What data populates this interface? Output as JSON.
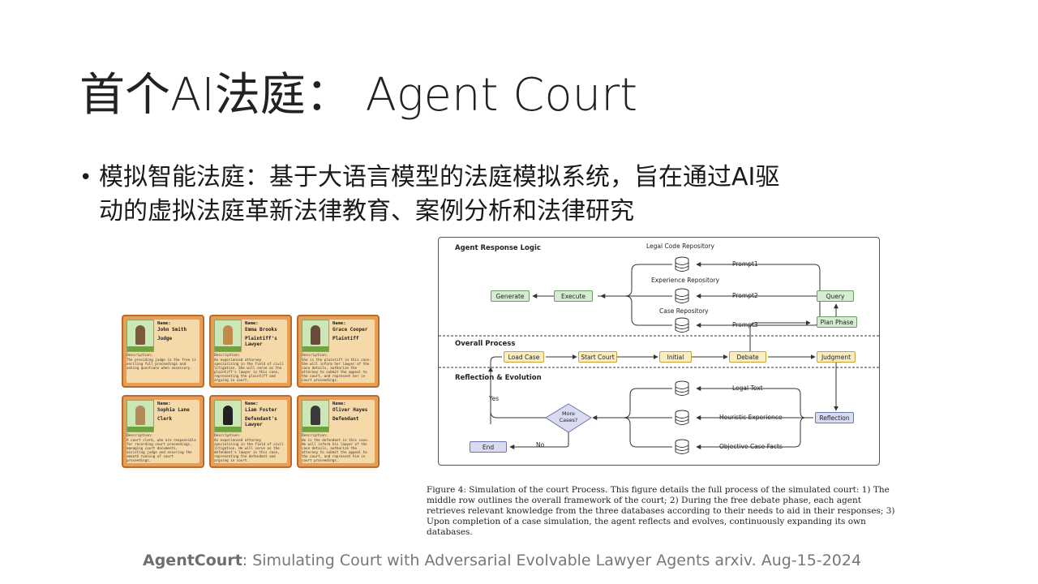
{
  "slide": {
    "title": "首个AI法庭： Agent Court",
    "bullet": "模拟智能法庭：基于大语言模型的法庭模拟系统，旨在通过AI驱动的虚拟法庭革新法律教育、案例分析和法律研究",
    "bullet_line1": "模拟智能法庭：基于大语言模型的法庭模拟系统，旨在通过AI驱",
    "bullet_line2": "动的虚拟法庭革新法律教育、案例分析和法律研究"
  },
  "cards": [
    {
      "name_label": "Name:",
      "name": "John Smith",
      "role": "Judge",
      "desc_label": "Description:",
      "desc": "The presiding judge in the free is enriling full proceedings and asking questions when necessary.",
      "color": "#7a5a3a"
    },
    {
      "name_label": "Name:",
      "name": "Emma Brooks",
      "role": "Plaintiff's Lawyer",
      "desc_label": "Description:",
      "desc": "An experienced attorney specializing in the field of civil litigation. She will serve as the plaintiff's lawyer in this case, representing the plaintiff and arguing in court.",
      "color": "#c08a4a"
    },
    {
      "name_label": "Name:",
      "name": "Grace Cooper",
      "role": "Plaintiff",
      "desc_label": "Description:",
      "desc": "She is the plaintiff in this case. She will inform her lawyer of the case details, authorize the attorney to submit the appeal to the court, and represent her in court proceedings.",
      "color": "#6a4a3a"
    },
    {
      "name_label": "Name:",
      "name": "Sophia Lane",
      "role": "Clerk",
      "desc_label": "Description:",
      "desc": "A court clerk, who are responsible for recording court proceedings, managing court documents, assisting judge and ensuring the smooth running of court proceedings.",
      "color": "#b08a5a"
    },
    {
      "name_label": "Name:",
      "name": "Liam Foster",
      "role": "Defendant's Lawyer",
      "desc_label": "Description:",
      "desc": "An experienced attorney specializing in the field of civil litigation. He will serve as the defendant's lawyer in this case, representing the defendant and arguing in court.",
      "color": "#222222"
    },
    {
      "name_label": "Name:",
      "name": "Oliver Hayes",
      "role": "Defendant",
      "desc_label": "Description:",
      "desc": "He is the defendant in this case. He will inform his lawyer of the case details, authorize the attorney to submit the appeal to the court, and represent him in court proceedings.",
      "color": "#3a3a3a"
    }
  ],
  "diagram": {
    "sections": {
      "response": "Agent Response Logic",
      "overall": "Overall Process",
      "reflection": "Reflection & Evolution"
    },
    "repos": {
      "legal": "Legal Code Repository",
      "experience": "Experience Repository",
      "case": "Case Repository"
    },
    "prompts": {
      "p1": "Prompt1",
      "p2": "Prompt2",
      "p3": "Prompt3"
    },
    "boxes": {
      "generate": "Generate",
      "execute": "Execute",
      "query": "Query",
      "plan": "Plan Phase",
      "load": "Load Case",
      "start": "Start Court",
      "initial": "Initial",
      "debate": "Debate",
      "judgment": "Judgment",
      "reflection": "Reflection",
      "end": "End",
      "more": "More Cases?"
    },
    "reflect_labels": {
      "legal": "Legal Text",
      "heuristic": "Heuristic Experience",
      "objective": "Objective Case Facts"
    },
    "yes": "Yes",
    "no": "No"
  },
  "caption": "Figure 4: Simulation of the court Process. This figure details the full process of the simulated court: 1) The middle row outlines the overall framework of the court; 2) During the free debate phase, each agent retrieves relevant knowledge from the three databases according to their needs to aid in their responses; 3) Upon completion of a case simulation, the agent reflects and evolves, continuously expanding its own databases.",
  "footer": {
    "bold": "AgentCourt",
    "rest": ": Simulating Court with Adversarial Evolvable Lawyer Agents  arxiv. Aug-15-2024"
  },
  "colors": {
    "card_border": "#b96a2c",
    "card_bg": "#e79e56",
    "green": "#d6ecd2",
    "yellow": "#faedc2",
    "purple": "#d9dcf1"
  }
}
